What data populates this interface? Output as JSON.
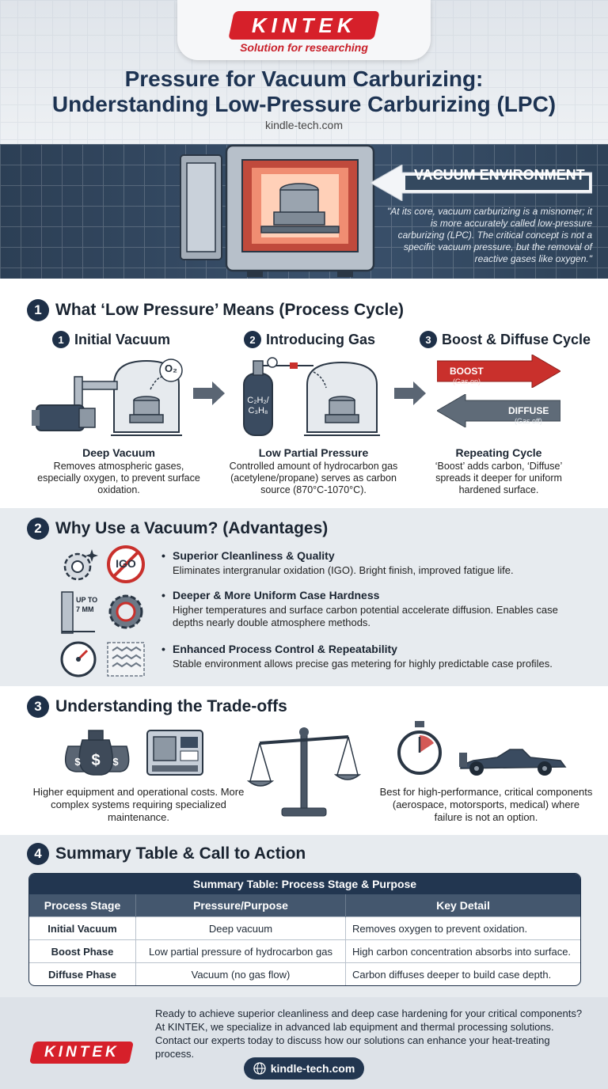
{
  "header": {
    "logo": "KINTEK",
    "tagline": "Solution for researching",
    "title_line1": "Pressure for Vacuum Carburizing:",
    "title_line2": "Understanding Low-Pressure Carburizing (LPC)",
    "url": "kindle-tech.com"
  },
  "hero": {
    "label": "VACUUM ENVIRONMENT",
    "quote": "\"At its core, vacuum carburizing is a misnomer; it is more accurately called low-pressure carburizing (LPC). The critical concept is not a specific vacuum pressure, but the removal of reactive gases like oxygen.\"",
    "o2_label": "O₂"
  },
  "section1": {
    "number": "1",
    "title": "What ‘Low Pressure’ Means (Process Cycle)",
    "steps": [
      {
        "number": "1",
        "title": "Initial Vacuum",
        "caption_title": "Deep Vacuum",
        "caption": "Removes atmospheric gases, especially oxygen, to prevent surface oxidation."
      },
      {
        "number": "2",
        "title": "Introducing Gas",
        "caption_title": "Low Partial Pressure",
        "caption": "Controlled amount of hydrocarbon gas (acetylene/propane) serves as carbon source (870°C-1070°C)."
      },
      {
        "number": "3",
        "title": "Boost & Diffuse Cycle",
        "caption_title": "Repeating Cycle",
        "caption": "‘Boost’ adds carbon, ‘Diffuse’ spreads it deeper for uniform hardened surface."
      }
    ],
    "cylinder_label_1": "C₂H₂/",
    "cylinder_label_2": "C₃H₈",
    "boost_label": "BOOST",
    "boost_sub": "(Gas on)",
    "diffuse_label": "DIFFUSE",
    "diffuse_sub": "(Gas off)"
  },
  "section2": {
    "number": "2",
    "title": "Why Use a Vacuum? (Advantages)",
    "igo_label": "IGO",
    "depth_label_1": "UP TO",
    "depth_label_2": "7 MM",
    "items": [
      {
        "title": "Superior Cleanliness & Quality",
        "desc": "Eliminates intergranular oxidation (IGO). Bright finish, improved fatigue life."
      },
      {
        "title": "Deeper & More Uniform Case Hardness",
        "desc": "Higher temperatures and surface carbon potential accelerate diffusion. Enables case depths nearly double atmosphere methods."
      },
      {
        "title": "Enhanced Process Control & Repeatability",
        "desc": "Stable environment allows precise gas metering for highly predictable case profiles."
      }
    ]
  },
  "section3": {
    "number": "3",
    "title": "Understanding the Trade-offs",
    "left_text": "Higher equipment and operational costs. More complex systems requiring specialized maintenance.",
    "right_text": "Best for high-performance, critical components (aerospace, motorsports, medical) where failure is not an option."
  },
  "section4": {
    "number": "4",
    "title": "Summary Table & Call to Action",
    "table": {
      "caption": "Summary Table: Process Stage & Purpose",
      "headers": [
        "Process Stage",
        "Pressure/Purpose",
        "Key Detail"
      ],
      "rows": [
        [
          "Initial Vacuum",
          "Deep vacuum",
          "Removes oxygen to prevent oxidation."
        ],
        [
          "Boost Phase",
          "Low partial pressure of hydrocarbon gas",
          "High carbon concentration absorbs into surface."
        ],
        [
          "Diffuse Phase",
          "Vacuum (no gas flow)",
          "Carbon diffuses deeper to build case depth."
        ]
      ]
    }
  },
  "footer": {
    "logo": "KINTEK",
    "line1": "Ready to achieve superior cleanliness and deep case hardening for your critical components?",
    "line2": "At KINTEK, we specialize in advanced lab equipment and thermal processing solutions.",
    "line3": "Contact our experts today to discuss how our solutions can enhance your heat-treating process.",
    "url": "kindle-tech.com"
  },
  "colors": {
    "brand_red": "#d6202a",
    "navy": "#1e3048",
    "boost_red": "#c9302c",
    "diffuse_gray": "#5f6b78"
  }
}
